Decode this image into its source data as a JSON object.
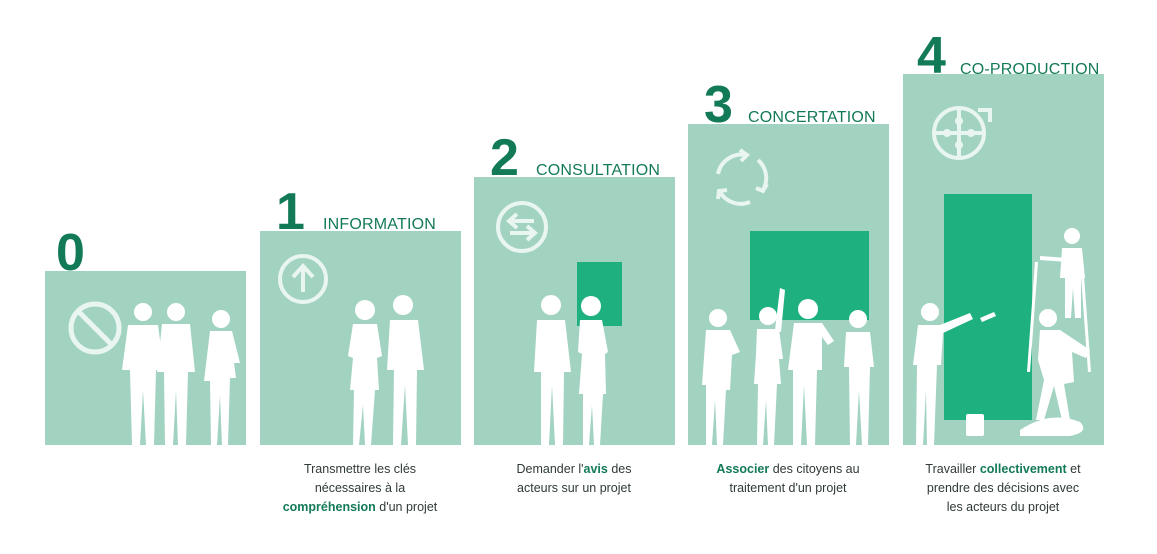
{
  "colors": {
    "panel": "#a2d3c1",
    "accent": "#137a58",
    "window": "#1fb080",
    "figure": "#ffffff",
    "text": "#2f3a36"
  },
  "steps": [
    {
      "number": "0",
      "label": "",
      "icon": "prohibited-icon",
      "caption": []
    },
    {
      "number": "1",
      "label": "INFORMATION",
      "icon": "arrow-up-icon",
      "caption": [
        {
          "text": "Transmettre les clés",
          "strong": false
        },
        {
          "text": "nécessaires à la",
          "strong": false
        },
        {
          "text": "compréhension",
          "strong": true
        },
        {
          "text": " d'un projet",
          "strong": false
        }
      ],
      "caption_lines": [
        [
          "Transmettre les clés"
        ],
        [
          "nécessaires à la"
        ],
        [
          "**compréhension**",
          " d'un projet"
        ]
      ]
    },
    {
      "number": "2",
      "label": "CONSULTATION",
      "icon": "exchange-arrows-icon",
      "caption_lines": [
        [
          "Demander l'",
          "**avis**",
          " des"
        ],
        [
          "acteurs sur un projet"
        ]
      ]
    },
    {
      "number": "3",
      "label": "CONCERTATION",
      "icon": "cycle-arrows-icon",
      "caption_lines": [
        [
          "**Associer**",
          " des citoyens au"
        ],
        [
          "traitement d'un projet"
        ]
      ]
    },
    {
      "number": "4",
      "label": "CO-PRODUCTION",
      "icon": "puzzle-icon",
      "caption_lines": [
        [
          "Travailler ",
          "**collectivement**",
          " et"
        ],
        [
          "prendre des décisions avec"
        ],
        [
          "les acteurs du projet"
        ]
      ]
    }
  ]
}
